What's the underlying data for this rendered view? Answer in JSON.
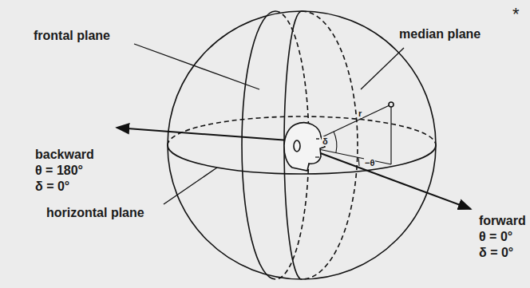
{
  "diagram": {
    "labels": [
      "frontal plane",
      "median plane",
      "backward",
      "θ = 180°",
      "δ = 0°",
      "forward",
      "θ = 0°",
      "δ = 0°",
      "horizontal plane",
      "r",
      "δ",
      "−θ",
      "*"
    ]
  }
}
